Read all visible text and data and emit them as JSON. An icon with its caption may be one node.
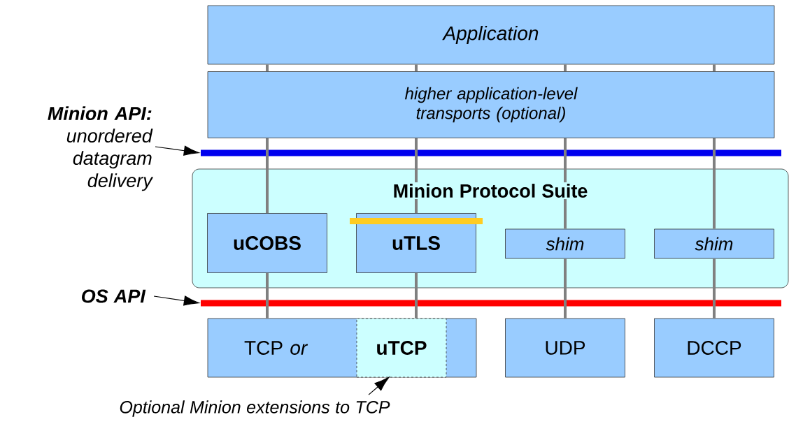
{
  "diagram": {
    "nodes": [
      {
        "text": [
          "Application"
        ]
      },
      {
        "text": [
          "higher application-level transports (optional)"
        ]
      },
      {
        "text": [
          "Minion API:",
          "unordered datagram delivery"
        ]
      },
      {
        "text": [],
        "shape": "bar"
      },
      {
        "text": [
          "Minion Protocol Suite"
        ]
      },
      {
        "text": [
          "uCOBS"
        ],
        "in": 4
      },
      {
        "text": [
          "uTLS"
        ],
        "in": 4
      },
      {
        "text": [
          "shim"
        ],
        "in": 4
      },
      {
        "text": [
          "shim"
        ],
        "in": 4
      },
      {
        "text": [
          "OS API"
        ]
      },
      {
        "text": [],
        "shape": "bar"
      },
      {
        "text": [
          "TCP  *or*"
        ]
      },
      {
        "text": [
          "uTCP"
        ],
        "in": 11
      },
      {
        "text": [
          "UDP"
        ]
      },
      {
        "text": [
          "DCCP"
        ]
      },
      {
        "text": [
          "Optional Minion extensions to TCP"
        ]
      }
    ],
    "edges": [
      {
        "from": 0,
        "to": 1,
        "arrow": "none"
      },
      {
        "from": 0,
        "to": 1,
        "arrow": "none"
      },
      {
        "from": 0,
        "to": 1,
        "arrow": "none"
      },
      {
        "from": 0,
        "to": 1,
        "arrow": "none"
      },
      {
        "from": 1,
        "to": 5,
        "arrow": "none"
      },
      {
        "from": 1,
        "to": 6,
        "arrow": "none"
      },
      {
        "from": 1,
        "to": 7,
        "arrow": "none"
      },
      {
        "from": 1,
        "to": 8,
        "arrow": "none"
      },
      {
        "from": 5,
        "to": 11,
        "arrow": "none"
      },
      {
        "from": 6,
        "to": 11,
        "arrow": "none"
      },
      {
        "from": 7,
        "to": 13,
        "arrow": "none"
      },
      {
        "from": 8,
        "to": 14,
        "arrow": "none"
      },
      {
        "from": 2,
        "to": 3,
        "arrow": "to",
        "color": "#000000"
      },
      {
        "from": 9,
        "to": 10,
        "arrow": "to",
        "color": "#000000"
      },
      {
        "from": 15,
        "to": 12,
        "arrow": "to",
        "color": "#000000"
      }
    ]
  }
}
